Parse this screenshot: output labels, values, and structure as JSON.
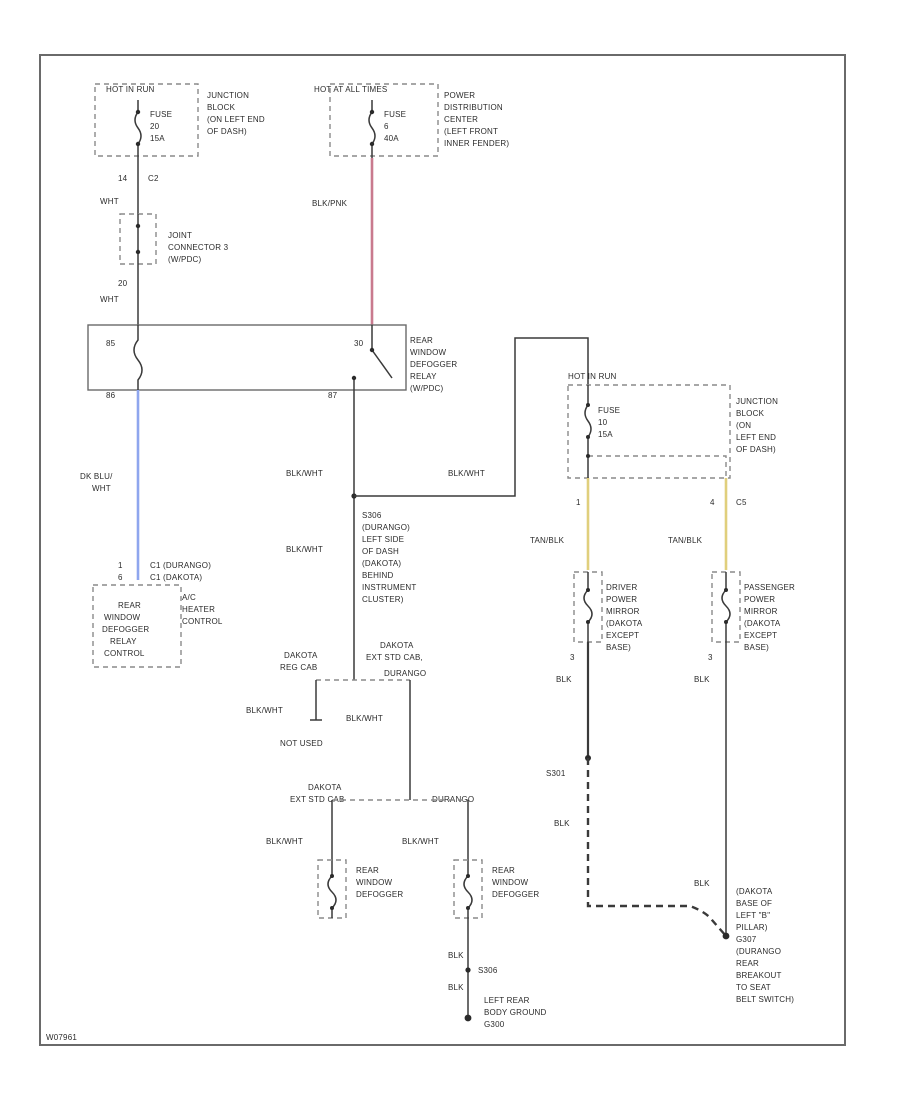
{
  "fuse_blocks": {
    "left": {
      "header": "HOT IN RUN",
      "fuse": [
        "FUSE",
        "20",
        "15A"
      ],
      "location": [
        "JUNCTION",
        "BLOCK",
        "(ON LEFT END",
        "OF DASH)"
      ],
      "connector": [
        "14",
        "C2"
      ]
    },
    "middle": {
      "header": "HOT AT ALL TIMES",
      "fuse": [
        "FUSE",
        "6",
        "40A"
      ],
      "location": [
        "POWER",
        "DISTRIBUTION",
        "CENTER",
        "(LEFT FRONT",
        "INNER FENDER)"
      ]
    },
    "right": {
      "header": "HOT IN RUN",
      "fuse": [
        "FUSE",
        "10",
        "15A"
      ],
      "location": [
        "JUNCTION",
        "BLOCK",
        "(ON",
        "LEFT END",
        "OF DASH)"
      ],
      "pins": [
        "1",
        "4",
        "C5"
      ]
    }
  },
  "joint_connector": {
    "wire_top": "WHT",
    "label": [
      "JOINT",
      "CONNECTOR 3",
      "(W/PDC)"
    ],
    "pin_bottom": "20",
    "wire_bottom": "WHT"
  },
  "relay": {
    "pins": [
      "85",
      "86",
      "30",
      "87"
    ],
    "label": [
      "REAR",
      "WINDOW",
      "DEFOGGER",
      "RELAY",
      "(W/PDC)"
    ],
    "coil_wire": "BLK/PNK"
  },
  "wires": {
    "relay_to_control": [
      "DK BLU/",
      "WHT"
    ],
    "relay_out_1": "BLK/WHT",
    "relay_out_2": "BLK/WHT",
    "mirror_top": "BLK/WHT",
    "driver_feed": "TAN/BLK",
    "pass_feed": "TAN/BLK",
    "not_used_wire": "BLK/WHT",
    "spliced_wire": "BLK/WHT",
    "def_left_wire": "BLK/WHT",
    "def_right_wire": "BLK/WHT",
    "ground_wire_1": "BLK",
    "ground_wire_2": "BLK",
    "driver_ground": "BLK",
    "splice_blk": "BLK",
    "pass_ground": "BLK",
    "pass_blk2": "BLK"
  },
  "control": {
    "pins": [
      "1",
      "C1 (DURANGO)",
      "6",
      "C1 (DAKOTA)"
    ],
    "label": [
      "A/C",
      "HEATER",
      "CONTROL"
    ],
    "box_label": [
      "REAR",
      "WINDOW",
      "DEFOGGER",
      "RELAY",
      "CONTROL"
    ]
  },
  "splice_main": {
    "id": "S306",
    "desc": [
      "(DURANGO)",
      "LEFT SIDE",
      "OF DASH",
      "(DAKOTA)",
      "BEHIND",
      "INSTRUMENT",
      "CLUSTER)"
    ]
  },
  "branches": {
    "dakota_reg_cab": [
      "DAKOTA",
      "REG CAB"
    ],
    "dakota_ext_cab": [
      "DAKOTA",
      "EXT STD CAB,"
    ],
    "durango_1": "DURANGO",
    "not_used": "NOT USED",
    "dakota_ext_2": [
      "DAKOTA",
      "EXT STD CAB"
    ],
    "durango_2": "DURANGO"
  },
  "mirrors": {
    "driver": [
      "DRIVER",
      "POWER",
      "MIRROR",
      "(DAKOTA",
      "EXCEPT",
      "BASE)"
    ],
    "passenger": [
      "PASSENGER",
      "POWER",
      "MIRROR",
      "(DAKOTA",
      "EXCEPT",
      "BASE)"
    ],
    "pin": "3"
  },
  "defoggers": {
    "left": [
      "REAR",
      "WINDOW",
      "DEFOGGER"
    ],
    "right": [
      "REAR",
      "WINDOW",
      "DEFOGGER"
    ]
  },
  "grounds": {
    "splice_301": "S301",
    "splice_306": "S306",
    "left_rear": [
      "LEFT REAR",
      "BODY GROUND",
      "G300"
    ],
    "pillar": [
      "(DAKOTA",
      "BASE OF",
      "LEFT \"B\"",
      "PILLAR)",
      "G307",
      "(DURANGO",
      "REAR",
      "BREAKOUT",
      "TO SEAT",
      "BELT SWITCH)"
    ]
  },
  "footer_code": "W07961"
}
